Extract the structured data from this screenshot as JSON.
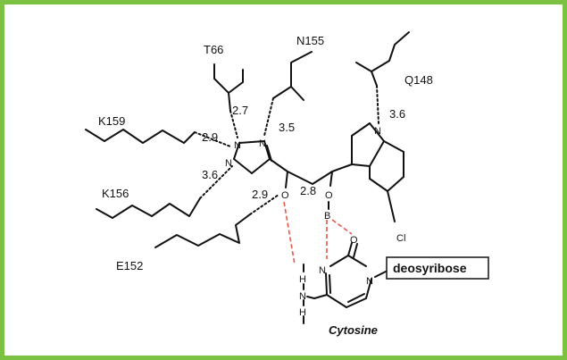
{
  "colors": {
    "frame": "#7cc242",
    "bond": "#111111",
    "interaction": "#e8584a"
  },
  "residues": {
    "t66": "T66",
    "n155": "N155",
    "q148": "Q148",
    "k159": "K159",
    "k156": "K156",
    "e152": "E152"
  },
  "distances": {
    "t66": "2.7",
    "n155": "3.5",
    "q148": "3.6",
    "k159": "2.9",
    "k156": "3.6",
    "e152": "2.9",
    "b_o": "2.8"
  },
  "atoms": {
    "n": "N",
    "o": "O",
    "b": "B",
    "h": "H",
    "cl": "Cl"
  },
  "boxed_label": "deosyribose",
  "base_label": "Cytosine"
}
